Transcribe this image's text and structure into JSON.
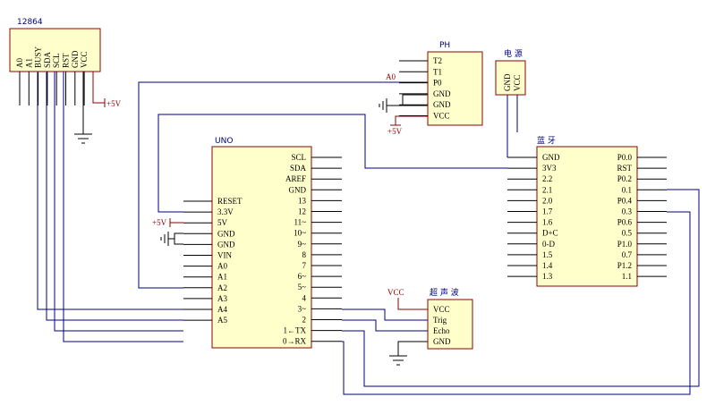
{
  "components": {
    "lcd": {
      "name": "12864",
      "pins": [
        "A0",
        "A1",
        "BUSY",
        "SDA",
        "SCL",
        "RST",
        "GND",
        "VCC"
      ]
    },
    "ph": {
      "name": "PH",
      "pins": [
        "T2",
        "T1",
        "P0",
        "GND",
        "GND",
        "VCC"
      ]
    },
    "power": {
      "name": "电 源",
      "pins": [
        "GND",
        "VCC"
      ]
    },
    "uno": {
      "name": "UNO",
      "left_pins": [
        "RESET",
        "3.3V",
        "5V",
        "GND",
        "GND",
        "VIN",
        "A0",
        "A1",
        "A2",
        "A3",
        "A4",
        "A5"
      ],
      "right_pins": [
        "SCL",
        "SDA",
        "AREF",
        "GND",
        "13",
        "12",
        "11~",
        "10~",
        "9~",
        "8",
        "7",
        "6~",
        "5~",
        "4",
        "3~",
        "2",
        "1←TX",
        "0→RX"
      ]
    },
    "bt": {
      "name": "蓝 牙",
      "left_pins": [
        "GND",
        "3V3",
        "2.2",
        "2.1",
        "2.0",
        "1.7",
        "1.6",
        "D+C",
        "0-D",
        "1.5",
        "1.4",
        "1.3"
      ],
      "right_pins": [
        "P0.0",
        "RST",
        "P0.2",
        "0.1",
        "P0.4",
        "0.3",
        "P0.6",
        "0.5",
        "P1.0",
        "0.7",
        "P1.2",
        "1.1"
      ]
    },
    "sonar": {
      "name": "超 声 波",
      "pins": [
        "VCC",
        "Trig",
        "Echo",
        "GND"
      ]
    }
  },
  "labels": {
    "plus5v_lcd": "+5V",
    "plus5v_ph": "+5V",
    "plus5v_uno": "+5V",
    "ph_a0": "A0",
    "vcc_sonar": "VCC"
  }
}
